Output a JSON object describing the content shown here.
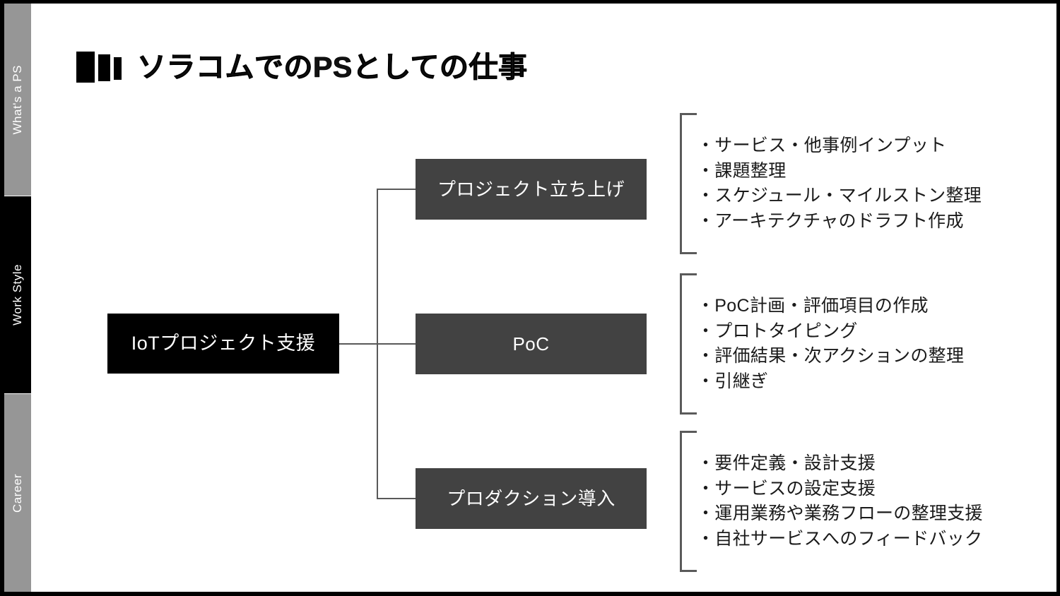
{
  "slide": {
    "title": "ソラコムでのPSとしての仕事",
    "logo_icon": "three-bars-mark",
    "frame_color": "#000000",
    "background": "#ffffff"
  },
  "sidebar": {
    "tabs": [
      {
        "label": "What's a PS",
        "active": false,
        "color": "#969696"
      },
      {
        "label": "Work Style",
        "active": true,
        "color": "#000000"
      },
      {
        "label": "Career",
        "active": false,
        "color": "#969696"
      }
    ]
  },
  "diagram": {
    "type": "tree",
    "root": {
      "label": "IoTプロジェクト支援",
      "color": "#000000",
      "text_color": "#ffffff"
    },
    "connector_color": "#595959",
    "stages": [
      {
        "label": "プロジェクト立ち上げ",
        "color": "#424242",
        "text_color": "#ffffff",
        "details": [
          "・サービス・他事例インプット",
          "・課題整理",
          "・スケジュール・マイルストン整理",
          "・アーキテクチャのドラフト作成"
        ]
      },
      {
        "label": "PoC",
        "color": "#424242",
        "text_color": "#ffffff",
        "details": [
          "・PoC計画・評価項目の作成",
          "・プロトタイピング",
          "・評価結果・次アクションの整理",
          "・引継ぎ"
        ]
      },
      {
        "label": "プロダクション導入",
        "color": "#424242",
        "text_color": "#ffffff",
        "details": [
          "・要件定義・設計支援",
          "・サービスの設定支援",
          "・運用業務や業務フローの整理支援",
          "・自社サービスへのフィードバック"
        ]
      }
    ]
  }
}
